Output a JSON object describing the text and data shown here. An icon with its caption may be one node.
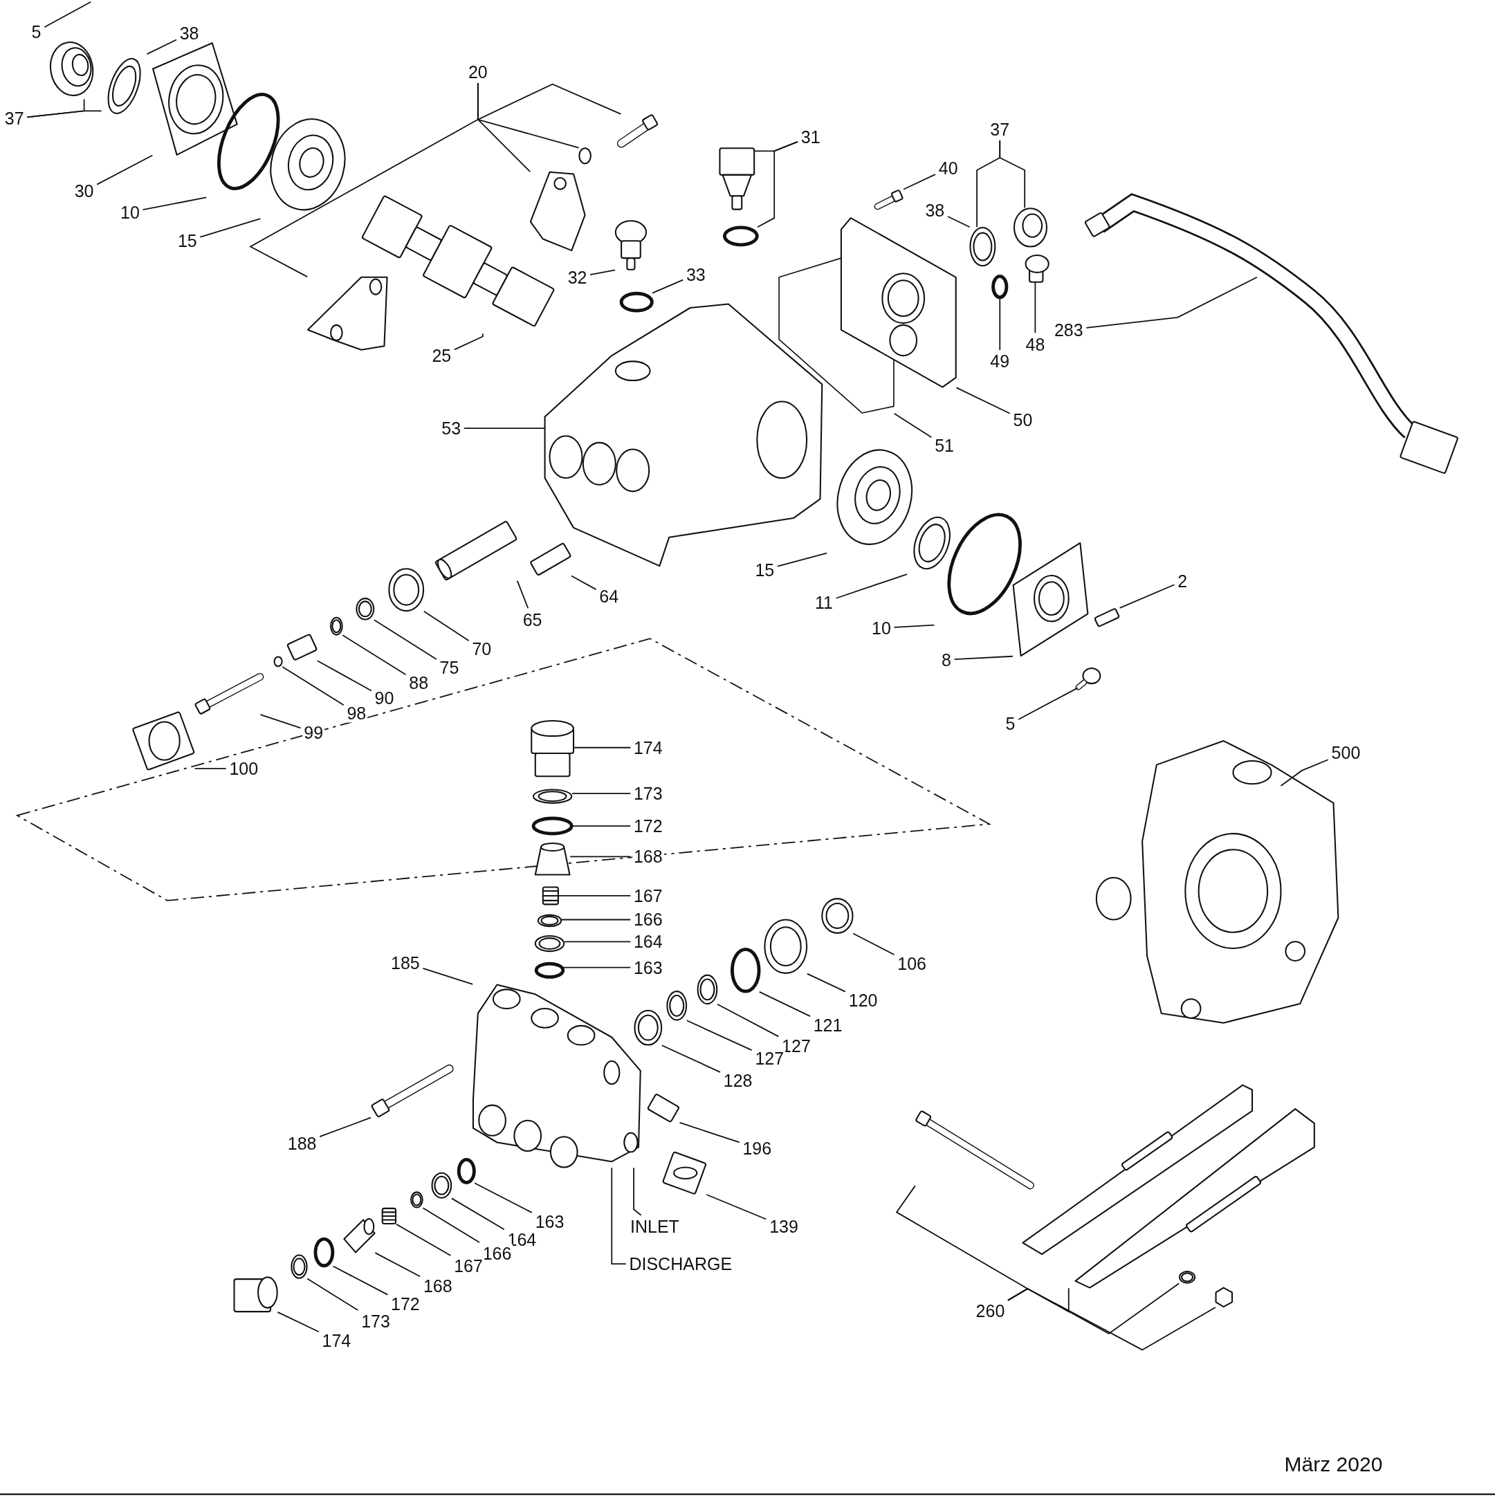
{
  "diagram": {
    "nodes": [
      {
        "text": [
          "5"
        ]
      },
      {
        "text": [
          "38"
        ]
      },
      {
        "text": [
          "20"
        ]
      },
      {
        "text": [
          "37"
        ]
      },
      {
        "text": [
          "31"
        ]
      },
      {
        "text": [
          "37"
        ]
      },
      {
        "text": [
          "40"
        ]
      },
      {
        "text": [
          "30"
        ]
      },
      {
        "text": [
          "38"
        ]
      },
      {
        "text": [
          "10"
        ]
      },
      {
        "text": [
          "15"
        ]
      },
      {
        "text": [
          "33"
        ]
      },
      {
        "text": [
          "32"
        ]
      },
      {
        "text": [
          "283"
        ]
      },
      {
        "text": [
          "48"
        ]
      },
      {
        "text": [
          "25"
        ]
      },
      {
        "text": [
          "49"
        ]
      },
      {
        "text": [
          "50"
        ]
      },
      {
        "text": [
          "53"
        ]
      },
      {
        "text": [
          "51"
        ]
      },
      {
        "text": [
          "15"
        ]
      },
      {
        "text": [
          "2"
        ]
      },
      {
        "text": [
          "64"
        ]
      },
      {
        "text": [
          "11"
        ]
      },
      {
        "text": [
          "65"
        ]
      },
      {
        "text": [
          "10"
        ]
      },
      {
        "text": [
          "70"
        ]
      },
      {
        "text": [
          "8"
        ]
      },
      {
        "text": [
          "75"
        ]
      },
      {
        "text": [
          "88"
        ]
      },
      {
        "text": [
          "90"
        ]
      },
      {
        "text": [
          "98"
        ]
      },
      {
        "text": [
          "5"
        ]
      },
      {
        "text": [
          "99"
        ]
      },
      {
        "text": [
          "174"
        ]
      },
      {
        "text": [
          "500"
        ]
      },
      {
        "text": [
          "100"
        ]
      },
      {
        "text": [
          "173"
        ]
      },
      {
        "text": [
          "172"
        ]
      },
      {
        "text": [
          "168"
        ]
      },
      {
        "text": [
          "167"
        ]
      },
      {
        "text": [
          "166"
        ]
      },
      {
        "text": [
          "164"
        ]
      },
      {
        "text": [
          "185"
        ]
      },
      {
        "text": [
          "106"
        ]
      },
      {
        "text": [
          "163"
        ]
      },
      {
        "text": [
          "120"
        ]
      },
      {
        "text": [
          "121"
        ]
      },
      {
        "text": [
          "127"
        ]
      },
      {
        "text": [
          "127"
        ]
      },
      {
        "text": [
          "128"
        ]
      },
      {
        "text": [
          "188"
        ]
      },
      {
        "text": [
          "196"
        ]
      },
      {
        "text": [
          "163"
        ]
      },
      {
        "text": [
          "INLET"
        ]
      },
      {
        "text": [
          "139"
        ]
      },
      {
        "text": [
          "164"
        ]
      },
      {
        "text": [
          "166"
        ]
      },
      {
        "text": [
          "DISCHARGE"
        ]
      },
      {
        "text": [
          "167"
        ]
      },
      {
        "text": [
          "168"
        ]
      },
      {
        "text": [
          "172"
        ]
      },
      {
        "text": [
          "260"
        ]
      },
      {
        "text": [
          "173"
        ]
      },
      {
        "text": [
          "174"
        ]
      },
      {
        "text": [],
        "shape": "picture"
      },
      {
        "text": [],
        "shape": "picture"
      },
      {
        "text": [],
        "shape": "picture"
      },
      {
        "text": [],
        "shape": "circle"
      },
      {
        "text": [],
        "shape": "picture"
      },
      {
        "text": [],
        "shape": "picture"
      },
      {
        "text": [],
        "shape": "picture"
      },
      {
        "text": [],
        "shape": "picture"
      },
      {
        "text": [],
        "shape": "circle"
      },
      {
        "text": [],
        "shape": "picture"
      },
      {
        "text": [],
        "shape": "picture"
      },
      {
        "text": [],
        "shape": "circle"
      },
      {
        "text": [],
        "shape": "picture"
      },
      {
        "text": [],
        "shape": "circle"
      },
      {
        "text": [],
        "shape": "picture"
      },
      {
        "text": [],
        "shape": "picture"
      },
      {
        "text": [],
        "shape": "picture"
      },
      {
        "text": [],
        "shape": "picture"
      },
      {
        "text": [],
        "shape": "picture"
      },
      {
        "text": [],
        "shape": "picture"
      },
      {
        "text": [],
        "shape": "circle"
      },
      {
        "text": [],
        "shape": "box"
      },
      {
        "text": [],
        "shape": "picture"
      },
      {
        "text": [],
        "shape": "picture"
      },
      {
        "text": [],
        "shape": "picture"
      },
      {
        "text": [],
        "shape": "circle"
      },
      {
        "text": [],
        "shape": "picture"
      },
      {
        "text": [],
        "shape": "box"
      },
      {
        "text": [],
        "shape": "circle"
      },
      {
        "text": [],
        "shape": "picture"
      },
      {
        "text": [],
        "shape": "box"
      },
      {
        "text": [],
        "shape": "picture"
      },
      {
        "text": [],
        "shape": "picture"
      },
      {
        "text": [],
        "shape": "picture"
      },
      {
        "text": [],
        "shape": "box"
      },
      {
        "text": [],
        "shape": "circle"
      },
      {
        "text": [],
        "shape": "picture"
      },
      {
        "text": [],
        "shape": "picture"
      },
      {
        "text": [],
        "shape": "picture"
      },
      {
        "text": [],
        "shape": "picture"
      },
      {
        "text": [],
        "shape": "circle"
      },
      {
        "text": [],
        "shape": "box"
      },
      {
        "text": [],
        "shape": "picture"
      },
      {
        "text": [],
        "shape": "picture"
      },
      {
        "text": [],
        "shape": "picture"
      },
      {
        "text": [],
        "shape": "circle"
      },
      {
        "text": [],
        "shape": "picture"
      },
      {
        "text": [],
        "shape": "picture"
      },
      {
        "text": [],
        "shape": "circle"
      },
      {
        "text": [],
        "shape": "picture"
      },
      {
        "text": [],
        "shape": "picture"
      },
      {
        "text": [],
        "shape": "picture"
      },
      {
        "text": [],
        "shape": "picture"
      },
      {
        "text": [],
        "shape": "picture"
      },
      {
        "text": [],
        "shape": "box"
      },
      {
        "text": [],
        "shape": "picture"
      },
      {
        "text": [],
        "shape": "circle"
      },
      {
        "text": [],
        "shape": "picture"
      },
      {
        "text": [],
        "shape": "picture"
      },
      {
        "text": [],
        "shape": "picture"
      },
      {
        "text": [],
        "shape": "picture"
      },
      {
        "text": [],
        "shape": "circle"
      },
      {
        "text": [],
        "shape": "picture"
      },
      {
        "text": [],
        "shape": "box"
      },
      {
        "text": [],
        "shape": "picture"
      },
      {
        "text": [],
        "shape": "picture"
      },
      {
        "text": [],
        "shape": "picture"
      },
      {
        "text": [],
        "shape": "box"
      },
      {
        "text": [],
        "shape": "picture"
      }
    ],
    "edges": [
      {
        "from": 0,
        "to": null,
        "arrow": "none"
      },
      {
        "from": 1,
        "to": 66,
        "arrow": "none"
      },
      {
        "from": 2,
        "to": 72,
        "arrow": "none"
      },
      {
        "from": 2,
        "to": 73,
        "arrow": "none"
      },
      {
        "from": 2,
        "to": 71,
        "arrow": "none"
      },
      {
        "from": 2,
        "to": 70,
        "arrow": "none"
      },
      {
        "from": 3,
        "to": 65,
        "arrow": "none"
      },
      {
        "from": 3,
        "to": 66,
        "arrow": "none"
      },
      {
        "from": 4,
        "to": 75,
        "arrow": "none"
      },
      {
        "from": 4,
        "to": 76,
        "arrow": "none"
      },
      {
        "from": 5,
        "to": 83,
        "arrow": "none"
      },
      {
        "from": 5,
        "to": 84,
        "arrow": "none"
      },
      {
        "from": 6,
        "to": 82,
        "arrow": "none"
      },
      {
        "from": 7,
        "to": 67,
        "arrow": "none"
      },
      {
        "from": 8,
        "to": 83,
        "arrow": "none"
      },
      {
        "from": 9,
        "to": 68,
        "arrow": "none"
      },
      {
        "from": 10,
        "to": 69,
        "arrow": "none"
      },
      {
        "from": 11,
        "to": 78,
        "arrow": "none"
      },
      {
        "from": 12,
        "to": 77,
        "arrow": "none"
      },
      {
        "from": 13,
        "to": 87,
        "arrow": "none"
      },
      {
        "from": 14,
        "to": 86,
        "arrow": "none"
      },
      {
        "from": 15,
        "to": 74,
        "arrow": "none"
      },
      {
        "from": 16,
        "to": 85,
        "arrow": "none"
      },
      {
        "from": 17,
        "to": 81,
        "arrow": "none"
      },
      {
        "from": 18,
        "to": 79,
        "arrow": "none"
      },
      {
        "from": 19,
        "to": 80,
        "arrow": "none"
      },
      {
        "from": 20,
        "to": 88,
        "arrow": "none"
      },
      {
        "from": 21,
        "to": 92,
        "arrow": "none"
      },
      {
        "from": 22,
        "to": 95,
        "arrow": "none"
      },
      {
        "from": 23,
        "to": 89,
        "arrow": "none"
      },
      {
        "from": 24,
        "to": 94,
        "arrow": "none"
      },
      {
        "from": 25,
        "to": 90,
        "arrow": "none"
      },
      {
        "from": 26,
        "to": 96,
        "arrow": "none"
      },
      {
        "from": 27,
        "to": 91,
        "arrow": "none"
      },
      {
        "from": 28,
        "to": 97,
        "arrow": "none"
      },
      {
        "from": 29,
        "to": 98,
        "arrow": "none"
      },
      {
        "from": 30,
        "to": 99,
        "arrow": "none"
      },
      {
        "from": 31,
        "to": 100,
        "arrow": "none"
      },
      {
        "from": 32,
        "to": 93,
        "arrow": "none"
      },
      {
        "from": 33,
        "to": 101,
        "arrow": "none"
      },
      {
        "from": 34,
        "to": 103,
        "arrow": "none"
      },
      {
        "from": 35,
        "to": 129,
        "arrow": "none"
      },
      {
        "from": 36,
        "to": 102,
        "arrow": "none"
      },
      {
        "from": 37,
        "to": 104,
        "arrow": "none"
      },
      {
        "from": 38,
        "to": 105,
        "arrow": "none"
      },
      {
        "from": 39,
        "to": 106,
        "arrow": "none"
      },
      {
        "from": 40,
        "to": 107,
        "arrow": "none"
      },
      {
        "from": 41,
        "to": 108,
        "arrow": "none"
      },
      {
        "from": 42,
        "to": 109,
        "arrow": "none"
      },
      {
        "from": 43,
        "to": 117,
        "arrow": "none"
      },
      {
        "from": 44,
        "to": 111,
        "arrow": "none"
      },
      {
        "from": 45,
        "to": 110,
        "arrow": "none"
      },
      {
        "from": 46,
        "to": 112,
        "arrow": "none"
      },
      {
        "from": 47,
        "to": 113,
        "arrow": "none"
      },
      {
        "from": 48,
        "to": 114,
        "arrow": "none"
      },
      {
        "from": 49,
        "to": 115,
        "arrow": "none"
      },
      {
        "from": 50,
        "to": 116,
        "arrow": "none"
      },
      {
        "from": 51,
        "to": 118,
        "arrow": "none"
      },
      {
        "from": 52,
        "to": 119,
        "arrow": "none"
      },
      {
        "from": 53,
        "to": 121,
        "arrow": "none"
      },
      {
        "from": 54,
        "to": 117,
        "arrow": "none"
      },
      {
        "from": 55,
        "to": 120,
        "arrow": "none"
      },
      {
        "from": 56,
        "to": 122,
        "arrow": "none"
      },
      {
        "from": 57,
        "to": 123,
        "arrow": "none"
      },
      {
        "from": 58,
        "to": 117,
        "arrow": "none"
      },
      {
        "from": 59,
        "to": 124,
        "arrow": "none"
      },
      {
        "from": 60,
        "to": 125,
        "arrow": "none"
      },
      {
        "from": 61,
        "to": 126,
        "arrow": "none"
      },
      {
        "from": 62,
        "to": 130,
        "arrow": "none"
      },
      {
        "from": 62,
        "to": 132,
        "arrow": "none"
      },
      {
        "from": 62,
        "to": 131,
        "arrow": "none"
      },
      {
        "from": 62,
        "to": 133,
        "arrow": "none"
      },
      {
        "from": 63,
        "to": 127,
        "arrow": "none"
      },
      {
        "from": 64,
        "to": 128,
        "arrow": "none"
      }
    ],
    "labels": [
      "März 2020"
    ]
  }
}
